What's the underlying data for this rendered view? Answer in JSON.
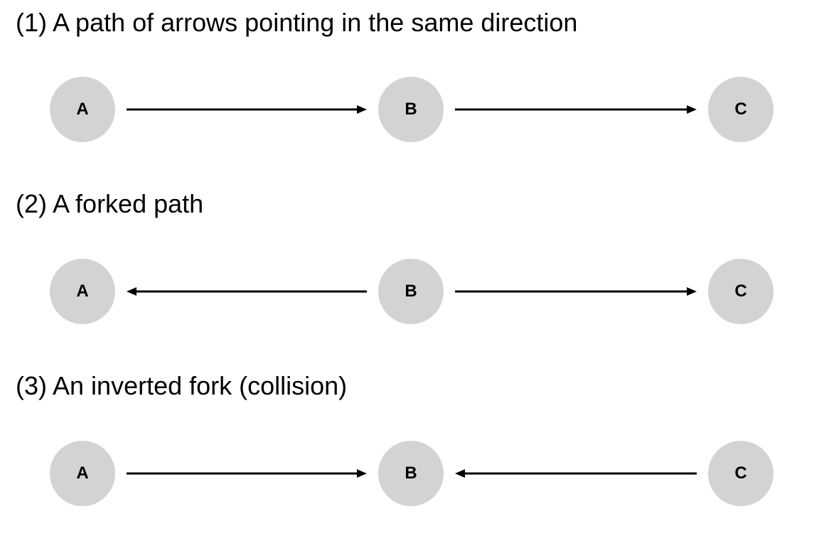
{
  "colors": {
    "node_fill": "#d3d3d3",
    "node_text": "#000000",
    "edge": "#000000",
    "background": "#ffffff"
  },
  "panels": [
    {
      "title": "(1) A path of arrows pointing in the same direction",
      "nodes": {
        "a": "A",
        "b": "B",
        "c": "C"
      },
      "edges": [
        {
          "from": "A",
          "to": "B"
        },
        {
          "from": "B",
          "to": "C"
        }
      ]
    },
    {
      "title": "(2) A forked path",
      "nodes": {
        "a": "A",
        "b": "B",
        "c": "C"
      },
      "edges": [
        {
          "from": "B",
          "to": "A"
        },
        {
          "from": "B",
          "to": "C"
        }
      ]
    },
    {
      "title": "(3) An inverted fork (collision)",
      "nodes": {
        "a": "A",
        "b": "B",
        "c": "C"
      },
      "edges": [
        {
          "from": "A",
          "to": "B"
        },
        {
          "from": "C",
          "to": "B"
        }
      ]
    }
  ]
}
